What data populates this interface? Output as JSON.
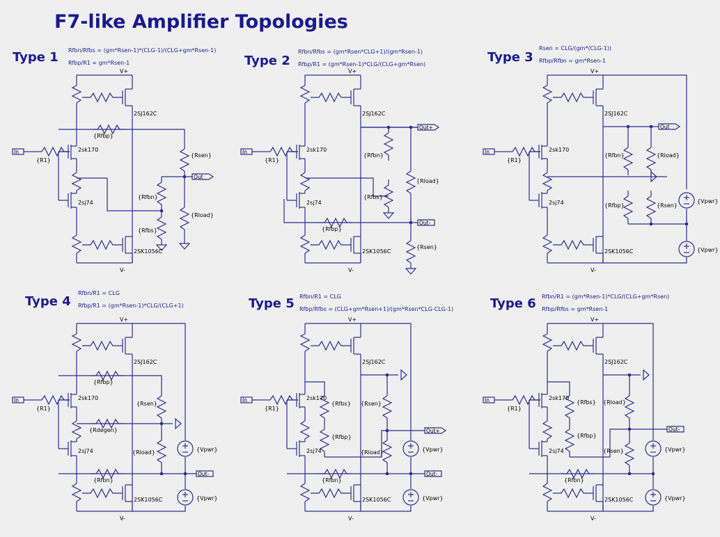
{
  "title": "F7-like Amplifier Topologies",
  "colors": {
    "background": "#efefef",
    "wire": "#2d2d8c",
    "text": "#000000",
    "title": "#1a1a8c"
  },
  "labels": {
    "vplus": "V+",
    "vminus": "V-",
    "in": "In",
    "R1": "{R1}",
    "Rfbp": "{Rfbp}",
    "Rfbn": "{Rfbn}",
    "Rfbs": "{Rfbs}",
    "Rsen": "{Rsen}",
    "Rload": "{Rload}",
    "Rdegen": "{Rdegen}",
    "Vpwr": "{Vpwr}",
    "out": "Out",
    "out_plus": "Out+",
    "out_minus": "Out-",
    "out_minus6": "Out-",
    "q1": "2SJ162C",
    "q2": "2sk170",
    "q3": "2sj74",
    "q4": "2SK1056C"
  },
  "panels": [
    {
      "name": "Type 1",
      "eq1": "Rfbn/Rfbs = (gm*Rsen-1)*(CLG-1)/(CLG+gm*Rsen-1)",
      "eq2": "Rfbp/R1 = gm*Rsen-1"
    },
    {
      "name": "Type 2",
      "eq1": "Rfbn/Rfbs = (gm*Rsen*CLG+1)/(gm*Rsen-1)",
      "eq2": "Rfbp/R1 = (gm*Rsen-1)*CLG/(CLG+gm*Rsen)"
    },
    {
      "name": "Type 3",
      "eq1": "Rsen = CLG/(gm*(CLG-1))",
      "eq2": "Rfbp/Rfbn = gm*Rsen-1"
    },
    {
      "name": "Type 4",
      "eq1": "Rfbn/R1 = CLG",
      "eq2": "Rfbp/R1 = (gm*Rsen-1)*CLG/(CLG+1)"
    },
    {
      "name": "Type 5",
      "eq1": "Rfbn/R1 = CLG",
      "eq2": "Rfbp/Rfbs = (CLG+gm*Rsen+1)/(gm*Rsen*CLG-CLG-1)"
    },
    {
      "name": "Type 6",
      "eq1": "Rfbn/R1 = (gm*Rsen-1)*CLG/(CLG+gm*Rsen)",
      "eq2": "Rfbp/Rfbs = gm*Rsen-1"
    }
  ]
}
